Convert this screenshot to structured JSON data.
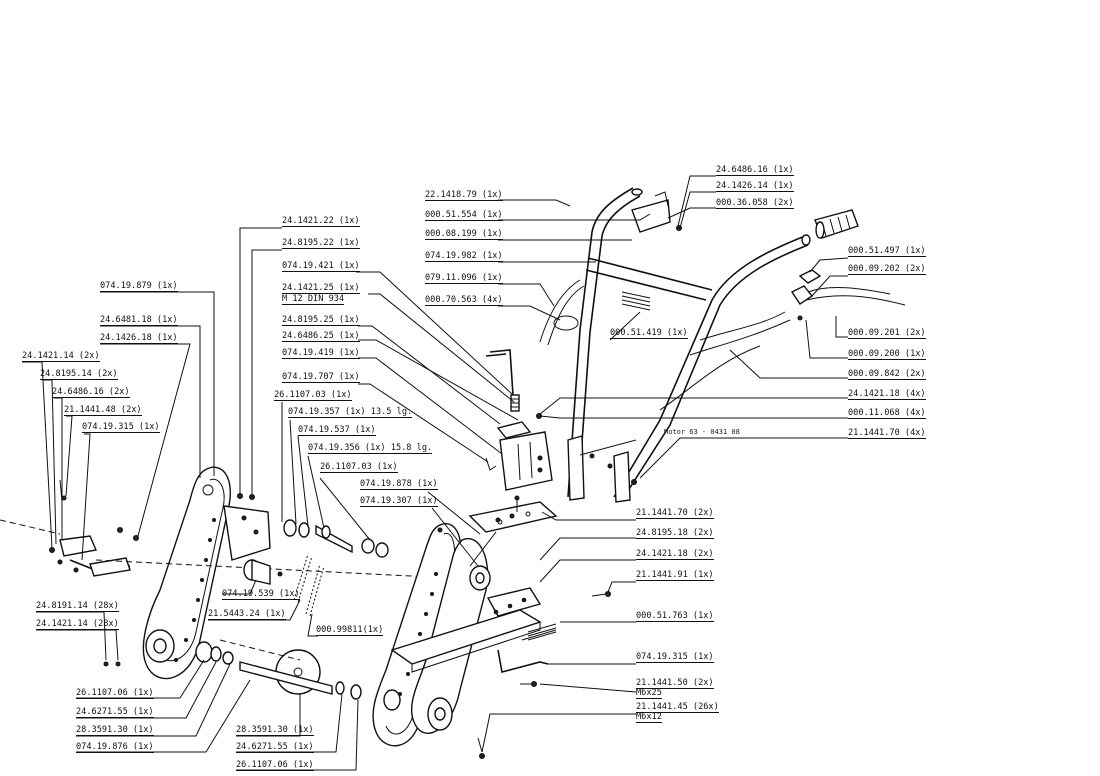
{
  "labels": {
    "l01": "24.6486.16 (1x)",
    "l02": "24.1426.14 (1x)",
    "l03": "000.36.058 (2x)",
    "l04": "22.1418.79 (1x)",
    "l05": "000.51.554  (1x)",
    "l06": "000.08.199  (1x)",
    "l07": "074.19.982 (1x)",
    "l08": "079.11.096 (1x)",
    "l09": "000.70.563 (4x)",
    "l10": "000.51.419 (1x)",
    "l11": "000.51.497 (1x)",
    "l12": "000.09.202 (2x)",
    "l13": "000.09.201 (2x)",
    "l14": "000.09.200 (1x)",
    "l15": "000.09.842 (2x)",
    "l16": "24.1421.18 (4x)",
    "l17": "000.11.068 (4x)",
    "l18": "21.1441.70 (4x)",
    "l19": "24.1421.22 (1x)",
    "l20": "24.8195.22 (1x)",
    "l21": "074.19.421 (1x)",
    "l22": "24.1421.25 (1x)",
    "l23": "M 12 DIN 934",
    "l24": "24.8195.25 (1x)",
    "l25": "24.6486.25 (1x)",
    "l26": "074.19.419 (1x)",
    "l27": "074.19.707 (1x)",
    "l28": "26.1107.03 (1x)",
    "l29": "074.19.357 (1x) 13.5 lg.",
    "l30": "074.19.537 (1x)",
    "l31": "074.19.356 (1x) 15.8 lg.",
    "l32": "26.1107.03 (1x)",
    "l33": "074.19.878 (1x)",
    "l34": "074.19.307 (1x)",
    "l35": "21.1441.70 (2x)",
    "l36": "24.8195.18 (2x)",
    "l37": "24.1421.18 (2x)",
    "l38": "21.1441.91 (1x)",
    "l39": "000.51.763 (1x)",
    "l40": "074.19.315 (1x)",
    "l41": "21.1441.50 (2x)",
    "l42": "M6x25",
    "l43": "21.1441.45 (26x)",
    "l44": "M6x12",
    "l45": "074.19.879 (1x)",
    "l46": "24.6481.18 (1x)",
    "l47": "24.1426.18 (1x)",
    "l48": "24.1421.14   (2x)",
    "l49": "24.8195.14 (2x)",
    "l50": "24.6486.16 (2x)",
    "l51": "21.1441.48 (2x)",
    "l52": "074.19.315 (1x)",
    "l53": "074.19.539 (1x)",
    "l54": "21.5443.24 (1x)",
    "l55": "000.99811(1x)",
    "l56": "24.8191.14 (28x)",
    "l57": "24.1421.14 (28x)",
    "l58": "26.1107.06 (1x)",
    "l59": "24.6271.55 (1x)",
    "l60": "28.3591.30 (1x)",
    "l61": "074.19.876 (1x)",
    "l62": "28.3591.30 (1x)",
    "l63": "24.6271.55 (1x)",
    "l64": "26.1107.06 (1x)"
  },
  "stamp": "Motor 63 - 0431 08"
}
